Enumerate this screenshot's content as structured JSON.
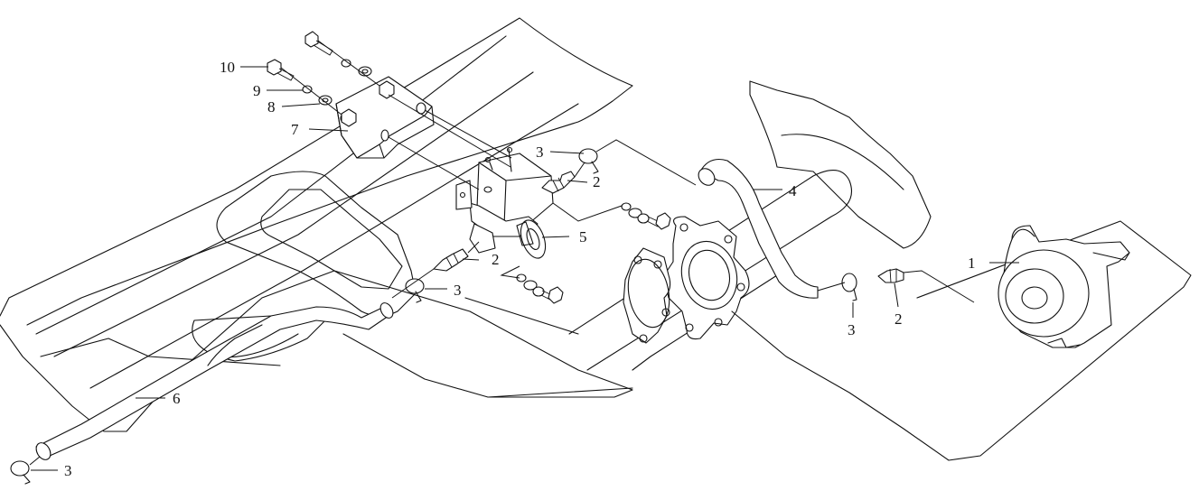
{
  "callouts": {
    "c1": "1",
    "c2a": "2",
    "c2b": "2",
    "c2c": "2",
    "c3a": "3",
    "c3b": "3",
    "c3c": "3",
    "c3d": "3",
    "c4": "4",
    "c5": "5",
    "c6": "6",
    "c7": "7",
    "c8": "8",
    "c9": "9",
    "c10": "10"
  }
}
